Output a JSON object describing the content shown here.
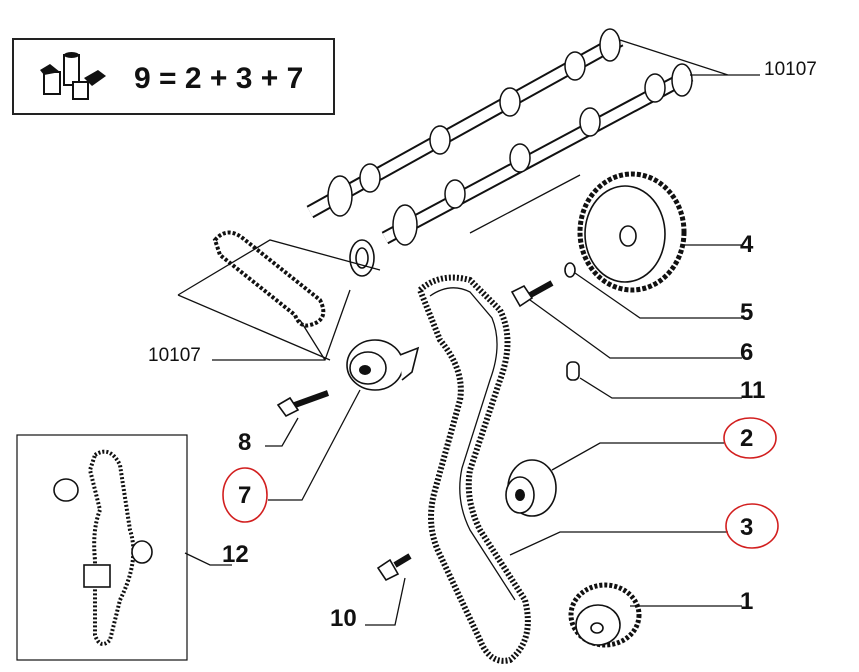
{
  "kit_box": {
    "formula": "9 = 2 + 3 + 7",
    "icon": "kit-parts-icon"
  },
  "callouts": {
    "camshafts_top": "10107",
    "chain_left": "10107",
    "p1": "1",
    "p2": "2",
    "p3": "3",
    "p4": "4",
    "p5": "5",
    "p6": "6",
    "p7": "7",
    "p8": "8",
    "p10": "10",
    "p11": "11",
    "p12": "12"
  },
  "highlighted_parts": [
    "2",
    "3",
    "7"
  ],
  "colors": {
    "highlight": "#d21f1f",
    "ink": "#111111"
  }
}
